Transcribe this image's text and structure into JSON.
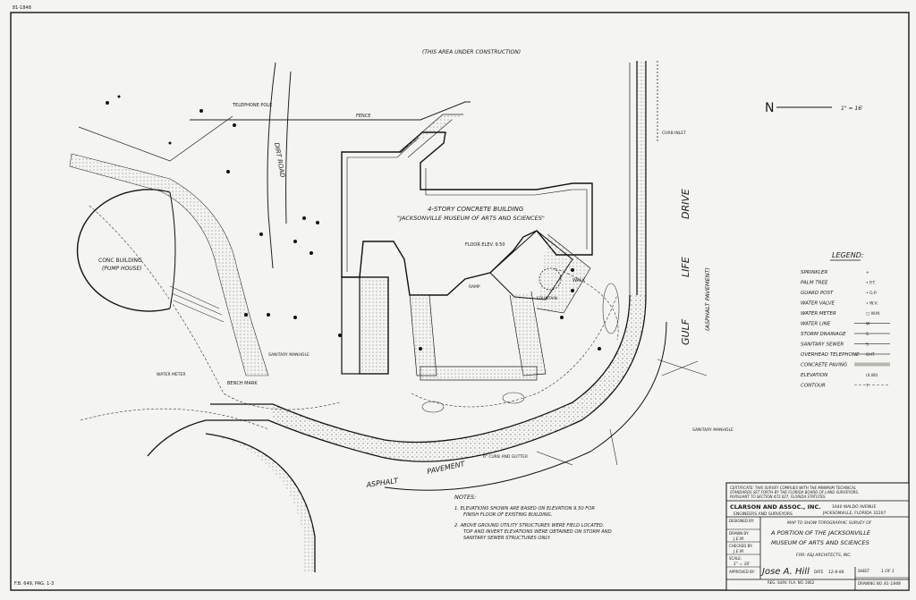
{
  "sheet": {
    "corner_id": "81-1848",
    "top_note": "(THIS AREA UNDER CONSTRUCTION)",
    "fb_note": "F.B. 649, PAG. 1-3"
  },
  "site": {
    "building_line1": "4-STORY CONCRETE BUILDING",
    "building_line2": "\"JACKSONVILLE MUSEUM OF ARTS AND SCIENCES\"",
    "floor_elev": "FLOOR ELEV. 9.50",
    "pump_house_1": "CONC BUILDING",
    "pump_house_2": "(PUMP HOUSE)",
    "street_1": "GULF",
    "street_2": "LIFE",
    "street_3": "DRIVE",
    "street_sub": "(ASPHALT PAVEMENT)",
    "asphalt": "ASPHALT",
    "pavement": "PAVEMENT",
    "dirt_road": "DIRT ROAD",
    "fence": "FENCE",
    "telephone_pole": "TELEPHONE POLE",
    "bench_mark": "BENCH MARK",
    "sanitary_manhole": "SANITARY MANHOLE",
    "curb_inlet": "CURB INLET",
    "water_meter": "WATER METER",
    "curb_gutter": "6\" CURB AND GUTTER",
    "ramp": "RAMP",
    "walk": "WALK",
    "fountain": "FOUNTAIN"
  },
  "scale_indicator": {
    "north": "N",
    "scale": "1\" = 16'"
  },
  "legend": {
    "title": "LEGEND:",
    "items": [
      {
        "label": "SPRINKLER",
        "symbol": "+"
      },
      {
        "label": "PALM TREE",
        "symbol": "• P.T."
      },
      {
        "label": "GUARD POST",
        "symbol": "• G.P."
      },
      {
        "label": "WATER VALVE",
        "symbol": "• W.V."
      },
      {
        "label": "WATER METER",
        "symbol": "□ W.M."
      },
      {
        "label": "WATER LINE",
        "symbol": "W"
      },
      {
        "label": "STORM DRAINAGE",
        "symbol": "S"
      },
      {
        "label": "SANITARY SEWER",
        "symbol": "S"
      },
      {
        "label": "OVERHEAD TELEPHONE",
        "symbol": "OHT"
      },
      {
        "label": "CONCRETE PAVING",
        "symbol": ""
      },
      {
        "label": "ELEVATION",
        "symbol": "(4.80)"
      },
      {
        "label": "CONTOUR",
        "symbol": "7"
      }
    ]
  },
  "notes": {
    "title": "NOTES:",
    "n1_a": "1. ELEVATIONS SHOWN ARE BASED ON ELEVATION 9.50 FOR",
    "n1_b": "FINISH FLOOR OF EXISTING BUILDING.",
    "n2_a": "2. ABOVE GROUND UTILITY STRUCTURES WERE FIELD LOCATED.",
    "n2_b": "TOP AND INVERT ELEVATIONS WERE OBTAINED ON STORM AND",
    "n2_c": "SANITARY SEWER STRUCTURES ONLY."
  },
  "title_block": {
    "certificate_1": "CERTIFICATE: THIS SURVEY COMPLIES WITH THE MINIMUM TECHNICAL",
    "certificate_2": "STANDARDS SET FORTH BY THE FLORIDA BOARD OF LAND SURVEYORS,",
    "certificate_3": "PURSUANT TO SECTION 472.027, FLORIDA STATUTES.",
    "firm_name": "CLARSON AND ASSOC., INC.",
    "firm_sub": "ENGINEERS AND SURVEYORS",
    "address_1": "1640 WALDO AVENUE",
    "address_2": "JACKSONVILLE, FLORIDA 32207",
    "designed_by_label": "DESIGNED BY:",
    "designed_by": "",
    "drawn_by_label": "DRAWN BY:",
    "drawn_by": "J.E.M.",
    "checked_by_label": "CHECKED BY:",
    "checked_by": "J.E.M.",
    "scale_label": "SCALE:",
    "scale": "1\" = 16'",
    "title_1": "MAP TO SHOW TOPOGRAPHIC SURVEY OF",
    "title_2": "A PORTION OF THE JACKSONVILLE",
    "title_3": "MUSEUM OF ARTS AND SCIENCES",
    "title_4": "FOR: K&J ARCHITECTS, INC.",
    "approved_label": "APPROVED BY:",
    "signature": "Jose A. Hill",
    "date_label": "DATE",
    "date": "12-8-86",
    "reg_line": "REG. SURV. FLA. NO. 2062",
    "sheet_label": "SHEET",
    "sheet": "1 OF 1",
    "drawing_label": "DRAWING NO.",
    "drawing_no": "81-1848"
  },
  "colors": {
    "ink": "#1a1a1a",
    "paper": "#f4f4f1",
    "tone": "#b8b8b0"
  }
}
